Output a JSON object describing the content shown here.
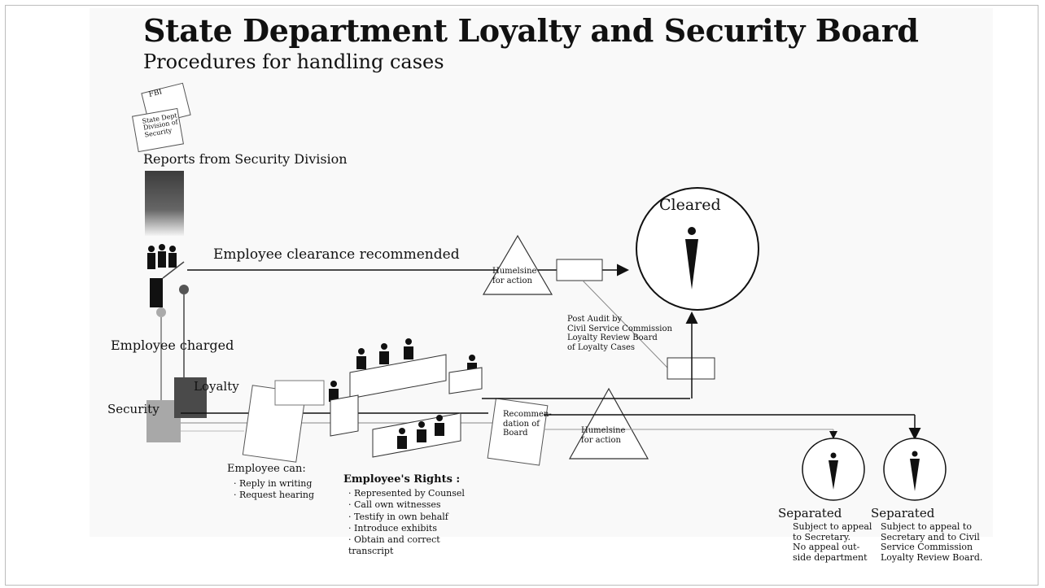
{
  "title": "State Department Loyalty and Security Board",
  "subtitle": "Procedures for handling cases",
  "reports": {
    "label": "Reports from Security Division",
    "doc1": "FBI",
    "doc2_lines": [
      "State Dept",
      "Division of",
      "Security"
    ]
  },
  "paths": {
    "clearance_label": "Employee clearance recommended",
    "charged_label": "Employee charged",
    "loyalty_label": "Loyalty",
    "security_label": "Security"
  },
  "humelsine_top": [
    "Humelsine",
    "for action"
  ],
  "humelsine_bottom": [
    "Humelsine",
    "for action"
  ],
  "recommendation": [
    "Recommen-",
    "dation of",
    "Board"
  ],
  "post_audit": [
    "Post Audit by",
    "Civil Service Commission",
    "Loyalty Review Board",
    "of Loyalty Cases"
  ],
  "cleared_label": "Cleared",
  "employee_can": {
    "heading": "Employee can:",
    "items": [
      "Reply in writing",
      "Request hearing"
    ]
  },
  "rights": {
    "heading": "Employee's Rights :",
    "items": [
      "Represented by Counsel",
      "Call own witnesses",
      "Testify in own behalf",
      "Introduce exhibits",
      "Obtain and correct transcript"
    ]
  },
  "separated_1": {
    "heading": "Separated",
    "lines": [
      "Subject to appeal",
      "to Secretary.",
      "No appeal out-",
      "side department"
    ]
  },
  "separated_2": {
    "heading": "Separated",
    "lines": [
      "Subject to appeal to",
      "Secretary and to Civil",
      "Service Commission",
      "Loyalty Review Board."
    ]
  },
  "colors": {
    "ink": "#111111",
    "security_box": "#a8a8a8",
    "loyalty_box": "#4a4a4a",
    "reports_gradient_top": "#3c3c3c"
  }
}
